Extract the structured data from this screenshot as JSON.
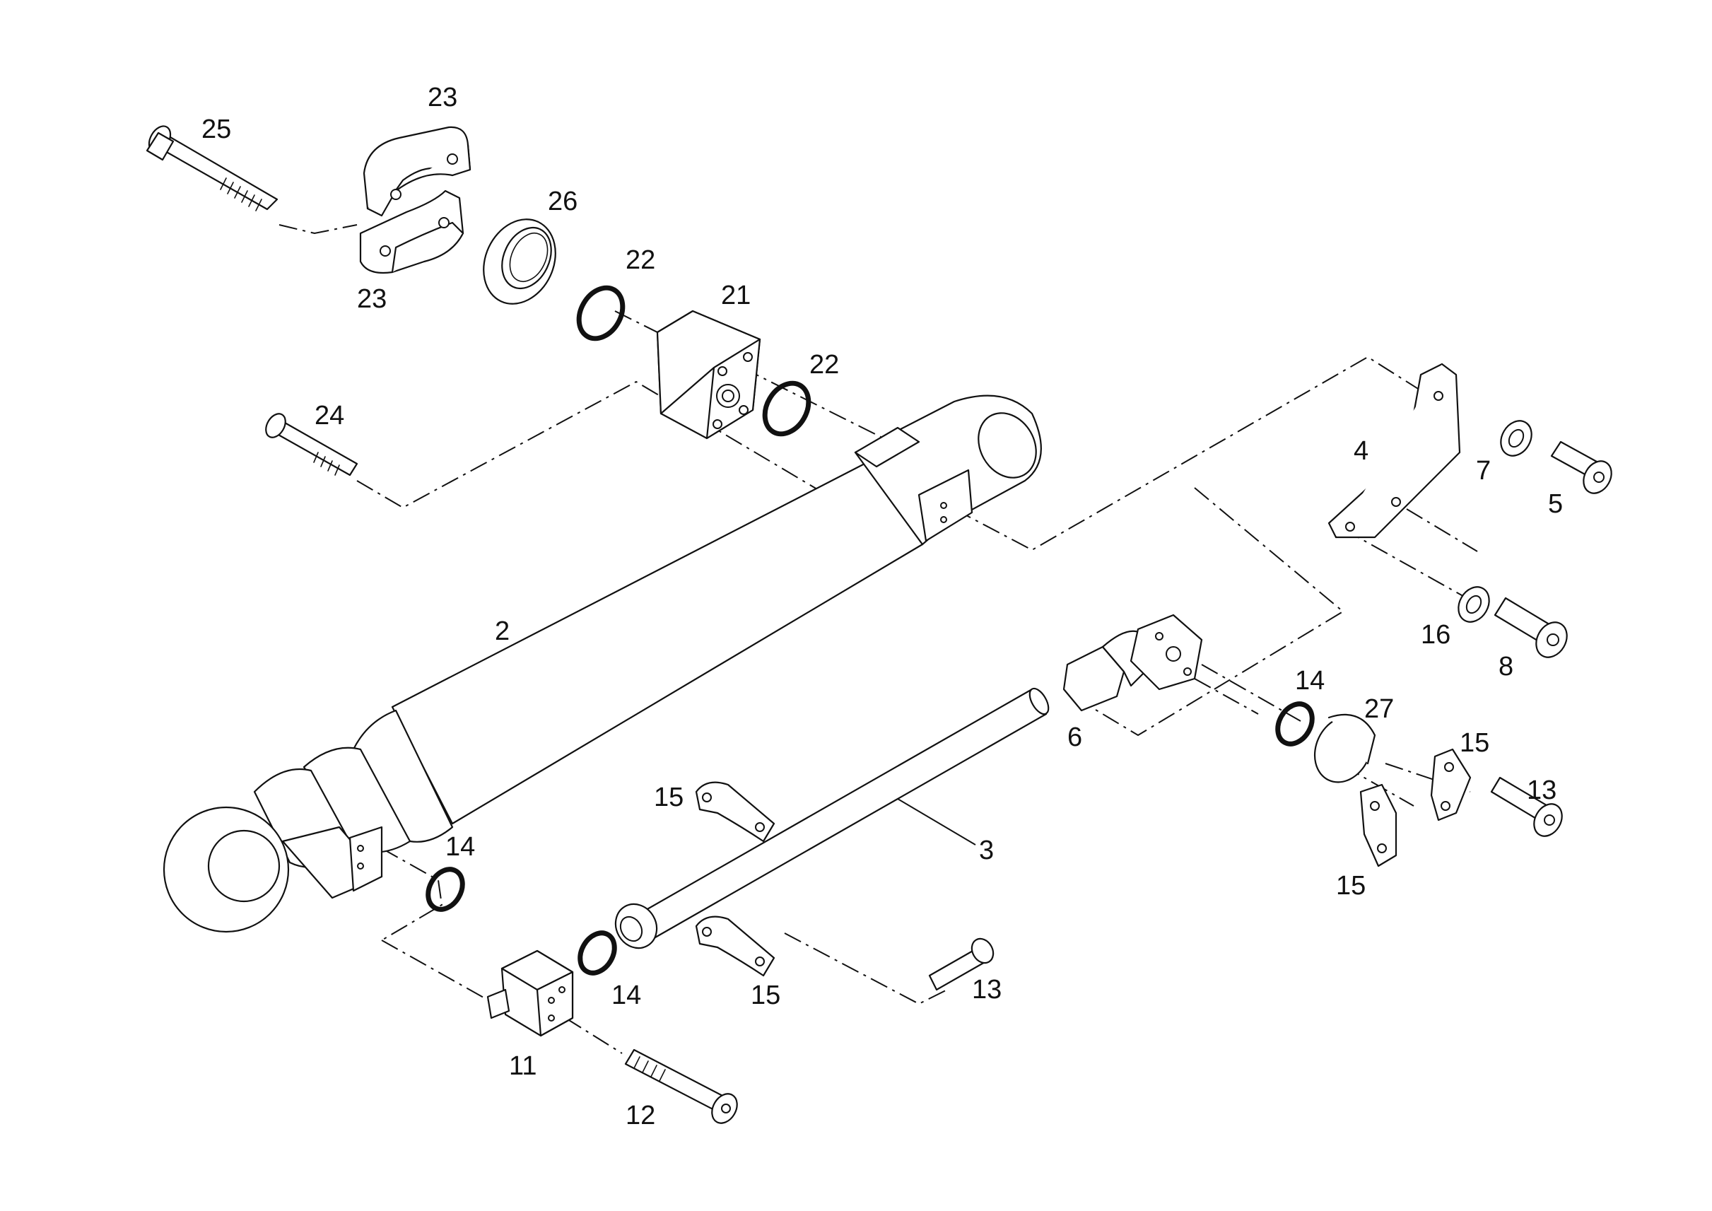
{
  "callouts": {
    "c2": "2",
    "c3": "3",
    "c4": "4",
    "c5": "5",
    "c6": "6",
    "c7": "7",
    "c8": "8",
    "c11": "11",
    "c12": "12",
    "c13a": "13",
    "c13b": "13",
    "c14a": "14",
    "c14b": "14",
    "c14c": "14",
    "c15a": "15",
    "c15b": "15",
    "c15c": "15",
    "c15d": "15",
    "c16": "16",
    "c21": "21",
    "c22a": "22",
    "c22b": "22",
    "c23a": "23",
    "c23b": "23",
    "c24": "24",
    "c25": "25",
    "c26": "26",
    "c27": "27"
  }
}
